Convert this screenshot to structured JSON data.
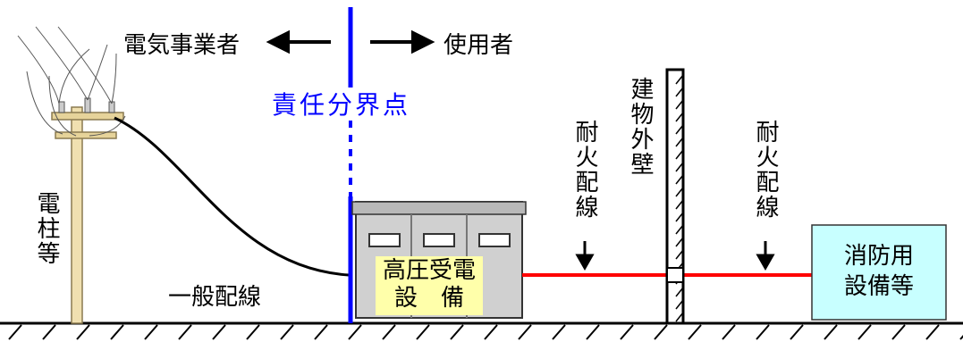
{
  "labels": {
    "utility": "電気事業者",
    "user": "使用者",
    "boundary": "責任分界点",
    "pole": "電柱等",
    "general_wiring": "一般配線",
    "substation": "高圧受電設　備",
    "fire_wiring_1": "耐火配線",
    "fire_wiring_2": "耐火配線",
    "building_wall": "建物外壁",
    "fire_equipment": "消防用設備等"
  },
  "colors": {
    "boundary_line": "#0000ff",
    "fire_wire": "#ff0000",
    "substation_label_bg": "#ffffaa",
    "fire_equipment_bg": "#c8ffff",
    "substation_body": "#d0d0d0"
  }
}
